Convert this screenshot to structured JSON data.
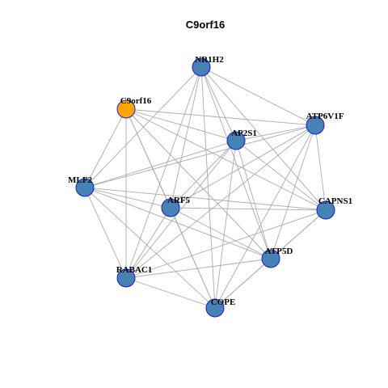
{
  "title": "C9orf16",
  "colors": {
    "focus_node": "#FFA500",
    "node": "#4682B4",
    "node_border": "#1A1ACC",
    "edge": "#AAAAAA"
  },
  "nodes": [
    {
      "id": "NR1H2",
      "label": "NR1H2",
      "focus": false
    },
    {
      "id": "C9orf16",
      "label": "C9orf16",
      "focus": true
    },
    {
      "id": "ATP6V1F",
      "label": "ATP6V1F",
      "focus": false
    },
    {
      "id": "AP2S1",
      "label": "AP2S1",
      "focus": false
    },
    {
      "id": "MLF2",
      "label": "MLF2",
      "focus": false
    },
    {
      "id": "ARF5",
      "label": "ARF5",
      "focus": false
    },
    {
      "id": "CAPNS1",
      "label": "CAPNS1",
      "focus": false
    },
    {
      "id": "ATP5D",
      "label": "ATP5D",
      "focus": false
    },
    {
      "id": "RABAC1",
      "label": "RABAC1",
      "focus": false
    },
    {
      "id": "COPE",
      "label": "COPE",
      "focus": false
    }
  ],
  "edges": [
    [
      "NR1H2",
      "MLF2"
    ],
    [
      "NR1H2",
      "AP2S1"
    ],
    [
      "NR1H2",
      "ARF5"
    ],
    [
      "NR1H2",
      "RABAC1"
    ],
    [
      "NR1H2",
      "COPE"
    ],
    [
      "NR1H2",
      "ATP5D"
    ],
    [
      "NR1H2",
      "CAPNS1"
    ],
    [
      "NR1H2",
      "ATP6V1F"
    ],
    [
      "C9orf16",
      "AP2S1"
    ],
    [
      "C9orf16",
      "ATP6V1F"
    ],
    [
      "C9orf16",
      "MLF2"
    ],
    [
      "C9orf16",
      "ARF5"
    ],
    [
      "C9orf16",
      "RABAC1"
    ],
    [
      "C9orf16",
      "COPE"
    ],
    [
      "C9orf16",
      "ATP5D"
    ],
    [
      "C9orf16",
      "CAPNS1"
    ],
    [
      "ATP6V1F",
      "AP2S1"
    ],
    [
      "ATP6V1F",
      "MLF2"
    ],
    [
      "ATP6V1F",
      "ARF5"
    ],
    [
      "ATP6V1F",
      "RABAC1"
    ],
    [
      "ATP6V1F",
      "COPE"
    ],
    [
      "ATP6V1F",
      "ATP5D"
    ],
    [
      "ATP6V1F",
      "CAPNS1"
    ],
    [
      "AP2S1",
      "MLF2"
    ],
    [
      "AP2S1",
      "ARF5"
    ],
    [
      "AP2S1",
      "RABAC1"
    ],
    [
      "AP2S1",
      "COPE"
    ],
    [
      "AP2S1",
      "ATP5D"
    ],
    [
      "AP2S1",
      "CAPNS1"
    ],
    [
      "MLF2",
      "ARF5"
    ],
    [
      "MLF2",
      "CAPNS1"
    ],
    [
      "MLF2",
      "ATP5D"
    ],
    [
      "MLF2",
      "RABAC1"
    ],
    [
      "MLF2",
      "COPE"
    ],
    [
      "ARF5",
      "CAPNS1"
    ],
    [
      "ARF5",
      "ATP5D"
    ],
    [
      "ARF5",
      "RABAC1"
    ],
    [
      "ARF5",
      "COPE"
    ],
    [
      "CAPNS1",
      "RABAC1"
    ],
    [
      "CAPNS1",
      "COPE"
    ],
    [
      "CAPNS1",
      "ATP5D"
    ],
    [
      "ATP5D",
      "RABAC1"
    ],
    [
      "ATP5D",
      "COPE"
    ],
    [
      "RABAC1",
      "COPE"
    ]
  ]
}
